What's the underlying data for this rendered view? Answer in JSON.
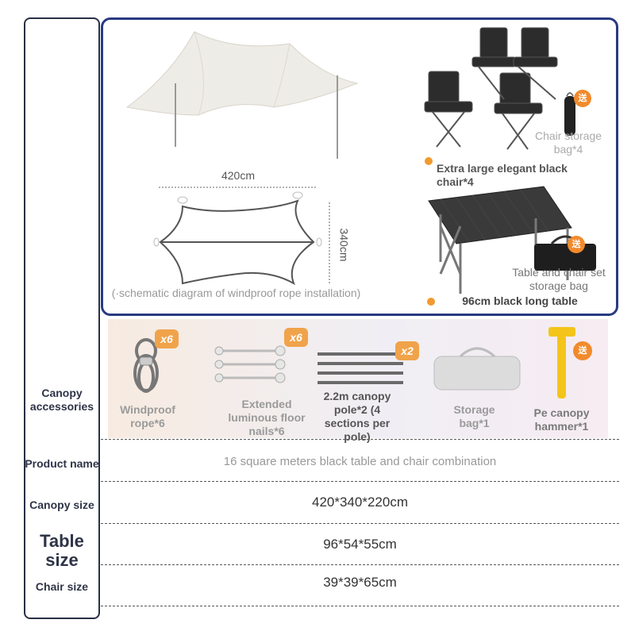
{
  "hero": {
    "width_label": "420cm",
    "height_label": "340cm",
    "schematic_caption": "(·schematic diagram of windproof rope installation)",
    "chair_caption": "Extra large elegant black chair*4",
    "chair_bag_caption": "Chair storage bag*4",
    "table_bag_caption": "Table and chair set storage bag",
    "table_caption": "96cm black long table",
    "gift_badge": "送"
  },
  "accessories": {
    "row_label": "Canopy accessories",
    "items": [
      {
        "caption": "Windproof rope*6",
        "badge": "x6"
      },
      {
        "caption": "Extended luminous floor nails*6",
        "badge": "x6"
      },
      {
        "caption": "2.2m canopy pole*2 (4 sections per pole)",
        "badge": "x2"
      },
      {
        "caption": "Storage bag*1",
        "badge": ""
      },
      {
        "caption": "Pe canopy hammer*1",
        "badge": "送"
      }
    ]
  },
  "specs": [
    {
      "label": "Product name",
      "value": "16 square meters black table and chair combination"
    },
    {
      "label": "Canopy size",
      "value": "420*340*220cm"
    },
    {
      "label": "Table size",
      "value": "96*54*55cm"
    },
    {
      "label": "Chair size",
      "value": "39*39*65cm"
    }
  ],
  "colors": {
    "frame": "#283a82",
    "sidebar_border": "#2a2f45",
    "accent": "#f0a34a"
  }
}
